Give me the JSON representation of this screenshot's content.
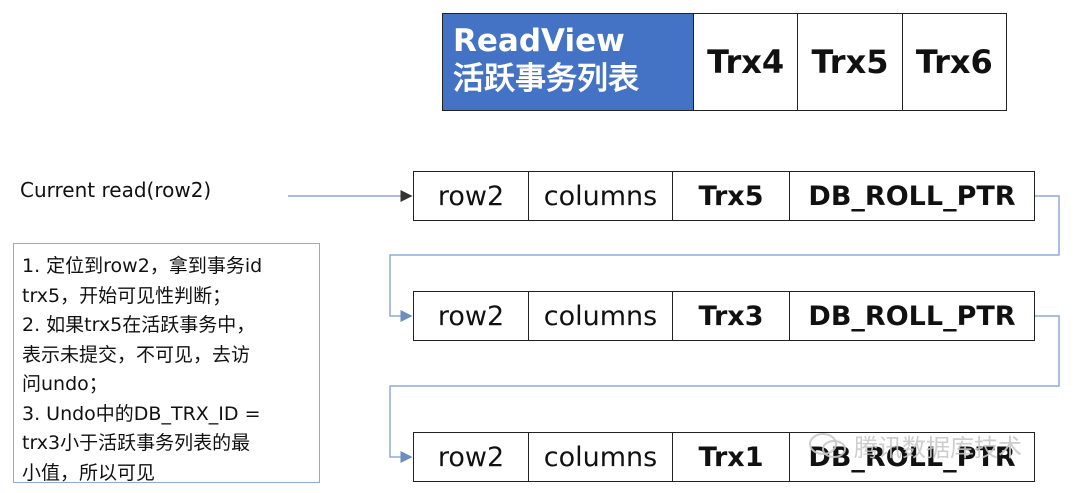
{
  "readview": {
    "header_line1": "ReadView",
    "header_line2": "活跃事务列表",
    "trx": [
      "Trx4",
      "Trx5",
      "Trx6"
    ]
  },
  "current_read": "Current read(row2)",
  "rows": [
    {
      "row": "row2",
      "columns": "columns",
      "trx": "Trx5",
      "ptr": "DB_ROLL_PTR"
    },
    {
      "row": "row2",
      "columns": "columns",
      "trx": "Trx3",
      "ptr": "DB_ROLL_PTR"
    },
    {
      "row": "row2",
      "columns": "columns",
      "trx": "Trx1",
      "ptr": "DB_ROLL_PTR"
    }
  ],
  "note_lines": [
    "1. 定位到row2，拿到事务id",
    "trx5，开始可见性判断；",
    "2. 如果trx5在活跃事务中，",
    "表示未提交，不可见，去访",
    "问undo；",
    "3. Undo中的DB_TRX_ID =",
    "trx3小于活跃事务列表的最",
    "小值，所以可见"
  ],
  "watermark": "腾讯数据库技术",
  "colors": {
    "header_bg": "#4472c4",
    "line": "#8faadc",
    "border": "#222222"
  }
}
